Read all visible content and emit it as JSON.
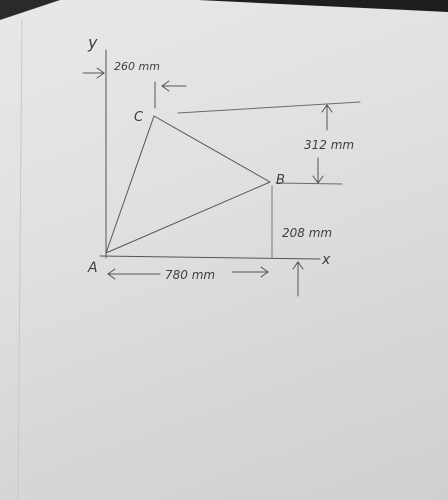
{
  "diagram": {
    "points": {
      "A": "A",
      "B": "B",
      "C": "C"
    },
    "axes": {
      "x": "x",
      "y": "y"
    },
    "dimensions": {
      "c_horizontal": "260 mm",
      "b_horizontal": "780 mm",
      "c_above_b": "312 mm",
      "b_height": "208 mm"
    },
    "colors": {
      "ink": "#4a4a4a",
      "paper": "#e4e4e2"
    }
  }
}
